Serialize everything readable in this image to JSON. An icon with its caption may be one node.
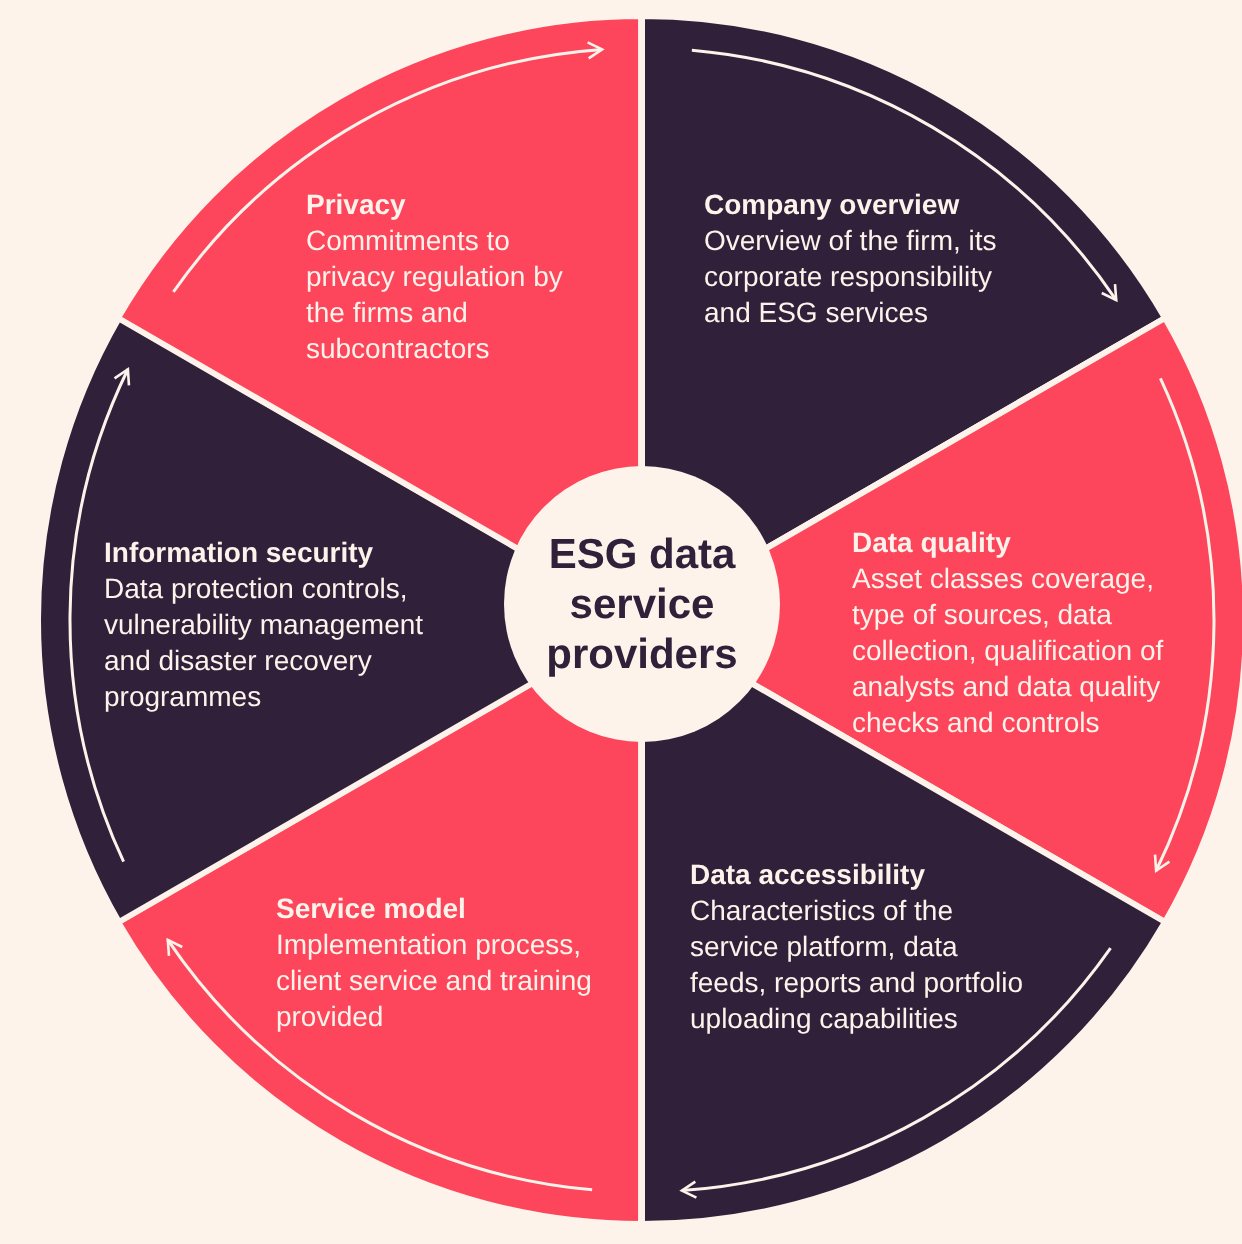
{
  "diagram": {
    "nodes": [
      {
        "text": [
          "ESG data service providers"
        ]
      },
      {
        "text": [
          "Company overview",
          "Overview of the firm, its corporate responsibility and ESG services"
        ]
      },
      {
        "text": [
          "Data quality",
          "Asset classes coverage, type of sources, data collection, qualification of analysts and data quality checks and controls"
        ]
      },
      {
        "text": [
          "Data accessibility",
          "Characteristics of the service platform, data feeds, reports and portfolio uploading capabilities"
        ]
      },
      {
        "text": [
          "Service model",
          "Implementation process, client service and training provided"
        ]
      },
      {
        "text": [
          "Information security",
          "Data protection controls, vulnerability management and disaster recovery programmes"
        ]
      },
      {
        "text": [
          "Privacy",
          "Commitments to privacy regulation by the firms and subcontractors"
        ]
      }
    ],
    "edges": [
      {
        "from": 6,
        "to": 1,
        "arrow": "to"
      },
      {
        "from": 1,
        "to": 2,
        "arrow": "to"
      },
      {
        "from": 2,
        "to": 3,
        "arrow": "to"
      },
      {
        "from": 3,
        "to": 4,
        "arrow": "to"
      },
      {
        "from": 4,
        "to": 5,
        "arrow": "to"
      },
      {
        "from": 5,
        "to": 6,
        "arrow": "to"
      }
    ]
  }
}
